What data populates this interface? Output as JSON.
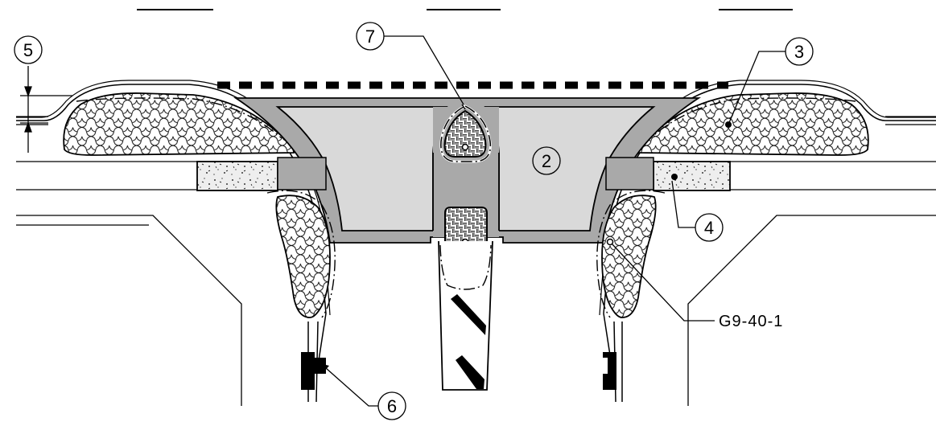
{
  "callouts": {
    "c2": "2",
    "c3": "3",
    "c4": "4",
    "c5": "5",
    "c6": "6",
    "c7": "7"
  },
  "reference_code": "G9-40-1",
  "colors": {
    "line": "#000000",
    "grey_fill": "#a9a9a9",
    "light_fill": "#d9d9d9",
    "background": "#ffffff"
  },
  "icons": [
    "crosshatch-pattern",
    "speckle-pattern",
    "basketweave-pattern",
    "diagonal-stripe-pattern"
  ]
}
